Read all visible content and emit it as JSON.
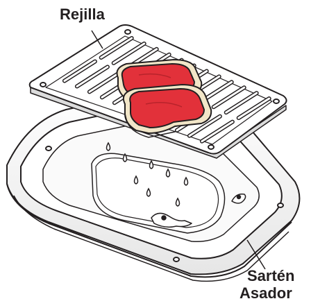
{
  "labels": {
    "rack": "Rejilla",
    "pan_line1": "Sartén",
    "pan_line2": "Asador"
  },
  "colors": {
    "outline": "#231f20",
    "meat": "#e2313a",
    "meat_dark": "#b8232b",
    "fat_rim": "#f2e6c8",
    "rack_fill": "#ffffff",
    "shade": "#e8e8e8"
  },
  "icons": {
    "drip": "grease-drop-icon",
    "meat": "steak-icon"
  }
}
